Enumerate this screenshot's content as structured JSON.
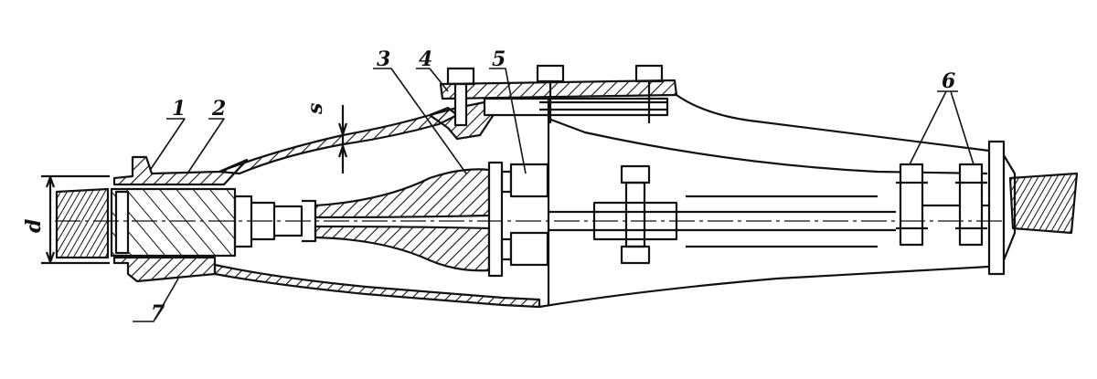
{
  "figure": {
    "callouts": {
      "c1": "1",
      "c2": "2",
      "c3": "3",
      "c4": "4",
      "c5": "5",
      "c6": "6",
      "c7": "7"
    },
    "dimensions": {
      "wall_thickness": "s",
      "cable_diameter": "d"
    }
  }
}
